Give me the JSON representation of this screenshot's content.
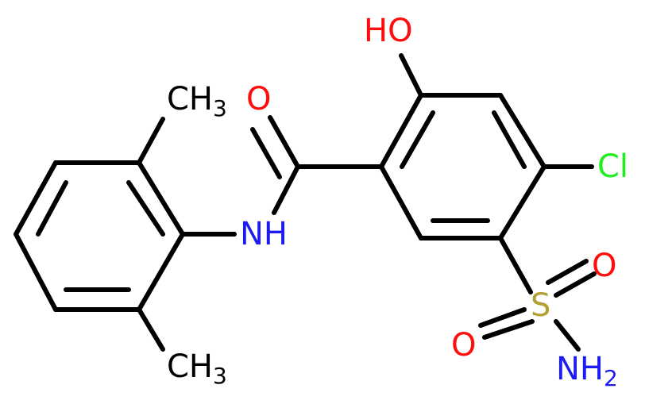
{
  "molecule": {
    "atoms": [
      {
        "id": "ch3_top",
        "text": "CH",
        "sub": "3",
        "color": "#000000"
      },
      {
        "id": "ch3_bottom",
        "text": "CH",
        "sub": "3",
        "color": "#000000"
      },
      {
        "id": "nh",
        "text": "NH",
        "sub": "",
        "color": "#1c1cf0"
      },
      {
        "id": "o_carbonyl",
        "text": "O",
        "sub": "",
        "color": "#ff0d0d"
      },
      {
        "id": "oh",
        "text": "HO",
        "sub": "",
        "color": "#ff0d0d"
      },
      {
        "id": "cl",
        "text": "Cl",
        "sub": "",
        "color": "#1fef1f"
      },
      {
        "id": "s",
        "text": "S",
        "sub": "",
        "color": "#b2a033"
      },
      {
        "id": "o_s1",
        "text": "O",
        "sub": "",
        "color": "#ff0d0d"
      },
      {
        "id": "o_s2",
        "text": "O",
        "sub": "",
        "color": "#ff0d0d"
      },
      {
        "id": "nh2",
        "text": "NH",
        "sub": "2",
        "color": "#1c1cf0"
      }
    ]
  }
}
